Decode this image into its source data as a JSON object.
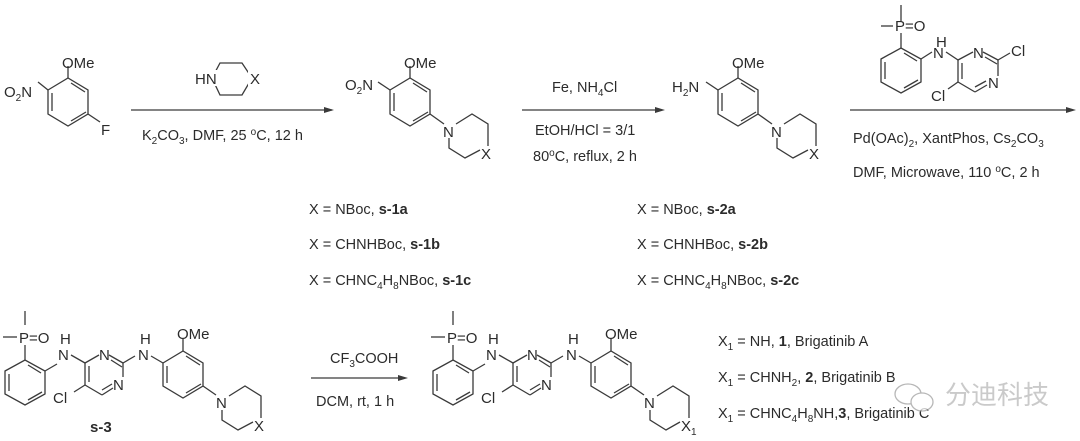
{
  "scheme": {
    "starting_material": {
      "labels": [
        "OMe",
        "O2N",
        "F"
      ]
    },
    "step1": {
      "reagent_structure": {
        "labels": [
          "HN",
          "X"
        ]
      },
      "conditions": "K2CO3, DMF, 25 °C, 12 h"
    },
    "intermediate1": {
      "labels": [
        "OMe",
        "O2N",
        "N",
        "X"
      ],
      "variants": [
        {
          "x": "X = NBoc, ",
          "id": "s-1a"
        },
        {
          "x": "X = CHNHBoc, ",
          "id": "s-1b"
        },
        {
          "x": "X = CHNC4H8NBoc, ",
          "id": "s-1c"
        }
      ]
    },
    "step2": {
      "reagents": "Fe, NH4Cl",
      "conditions_line1": "EtOH/HCl = 3/1",
      "conditions_line2": "80°C, reflux, 2 h"
    },
    "intermediate2": {
      "labels": [
        "OMe",
        "H2N",
        "N",
        "X"
      ],
      "variants": [
        {
          "x": "X = NBoc, ",
          "id": "s-2a"
        },
        {
          "x": "X = CHNHBoc, ",
          "id": "s-2b"
        },
        {
          "x": "X = CHNC4H8NBoc, ",
          "id": "s-2c"
        }
      ]
    },
    "step3": {
      "reagent_structure": {
        "labels": [
          "P=O",
          "H",
          "N",
          "N",
          "Cl",
          "N",
          "Cl"
        ]
      },
      "conditions_line1": "Pd(OAc)2, XantPhos, Cs2CO3",
      "conditions_line2": "DMF, Microwave, 110 °C, 2 h"
    },
    "intermediate3": {
      "id": "s-3",
      "labels": [
        "P=O",
        "H",
        "N",
        "N",
        "H",
        "N",
        "N",
        "Cl",
        "OMe",
        "N",
        "X"
      ]
    },
    "step4": {
      "reagent": "CF3COOH",
      "conditions": "DCM, rt, 1 h"
    },
    "products": {
      "labels": [
        "P=O",
        "H",
        "N",
        "N",
        "H",
        "N",
        "N",
        "Cl",
        "OMe",
        "N",
        "X1"
      ],
      "variants": [
        {
          "x": "X1 = NH, ",
          "id": "1",
          "name": ", Brigatinib A"
        },
        {
          "x": "X1 = CHNH2, ",
          "id": "2",
          "name": ", Brigatinib B"
        },
        {
          "x": "X1 = CHNC4H8NH,",
          "id": "3",
          "name": ", Brigatinib C"
        }
      ]
    },
    "watermark": "分迪科技"
  }
}
